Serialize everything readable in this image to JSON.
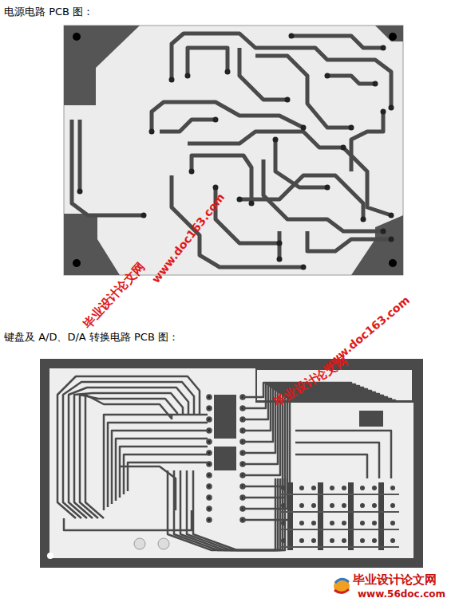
{
  "diagram": {
    "labels": [
      "电源电路 PCB 图：",
      "www.doc163.com",
      "毕业设计论文网",
      "键盘及 A/D、D/A 转换电路 PCB 图：",
      "毕业设计论文网",
      "www.doc163.com",
      "毕业设计论文网",
      "www.56doc.com"
    ]
  }
}
